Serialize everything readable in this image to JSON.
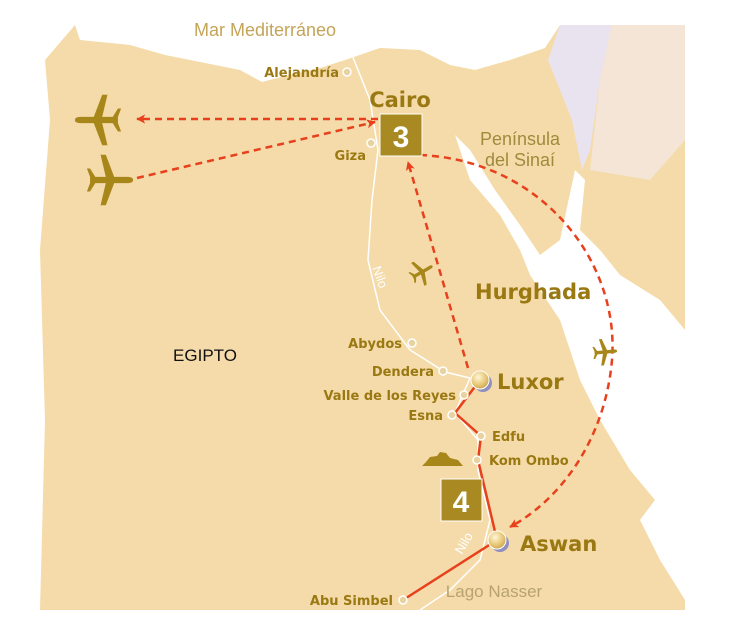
{
  "title_sea": "Mar Mediterráneo",
  "region": [
    "Península",
    "del Sinaí"
  ],
  "country": "EGIPTO",
  "river": "Nilo",
  "lake": "Lago Nasser",
  "steps": {
    "cairo_step": "3",
    "nile_step": "4"
  },
  "cities": {
    "alejandria": "Alejandría",
    "cairo": "Cairo",
    "giza": "Giza",
    "hurghada": "Hurghada",
    "abydos": "Abydos",
    "dendera": "Dendera",
    "luxor": "Luxor",
    "valle": "Valle de los Reyes",
    "esna": "Esna",
    "edfu": "Edfu",
    "kom_ombo": "Kom Ombo",
    "aswan": "Aswan",
    "abu_simbel": "Abu Simbel"
  },
  "icons": [
    "plane-icon",
    "boat-icon",
    "city-marker-icon"
  ],
  "colors": {
    "land": "#f4dba9",
    "label": "#9a7812",
    "route": "#e8401c",
    "step_box": "#a98a22",
    "israel": "#e9e3f0"
  }
}
